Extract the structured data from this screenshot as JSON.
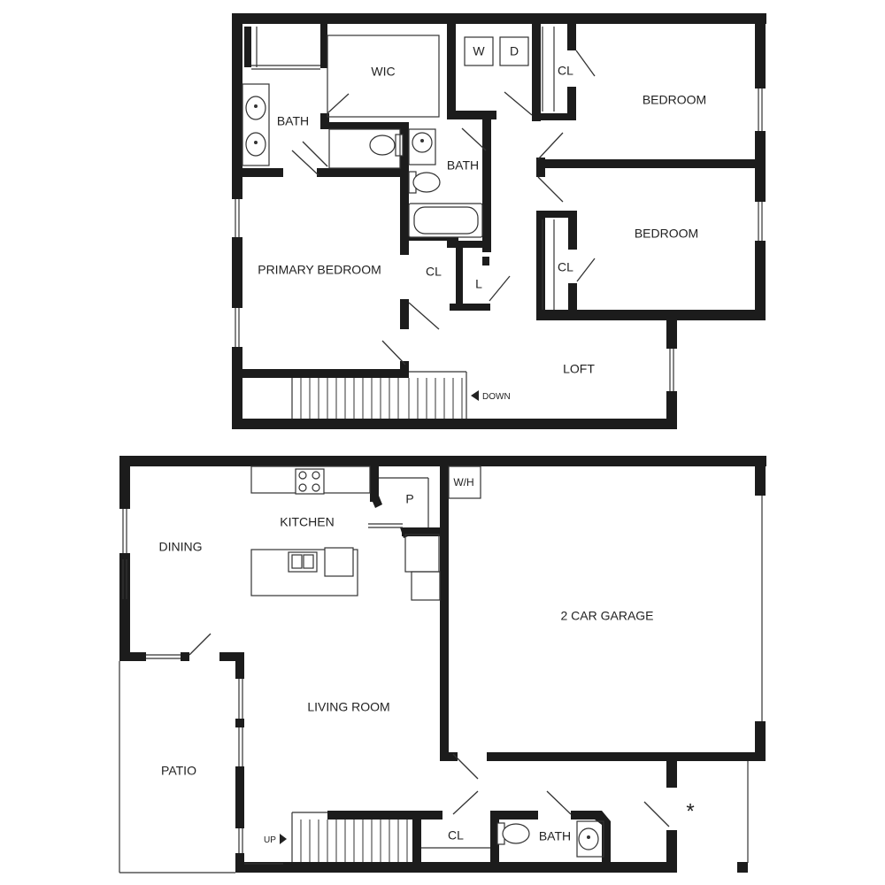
{
  "upper_floor": {
    "rooms": {
      "wic": "WIC",
      "bath_primary": "BATH",
      "bath_hall": "BATH",
      "closet_primary": "CL",
      "linen": "L",
      "closet_bed1": "CL",
      "closet_bed2": "CL",
      "bedroom_1": "BEDROOM",
      "bedroom_2": "BEDROOM",
      "primary_bedroom": "PRIMARY BEDROOM",
      "loft": "LOFT"
    },
    "laundry": {
      "washer": "W",
      "dryer": "D"
    },
    "stair_label": "DOWN"
  },
  "lower_floor": {
    "rooms": {
      "kitchen": "KITCHEN",
      "pantry": "P",
      "dining": "DINING",
      "living_room": "LIVING ROOM",
      "garage": "2 CAR GARAGE",
      "patio": "PATIO",
      "closet": "CL",
      "bath": "BATH"
    },
    "water_heater": "W/H",
    "stair_label": "UP",
    "asterisk": "*"
  }
}
